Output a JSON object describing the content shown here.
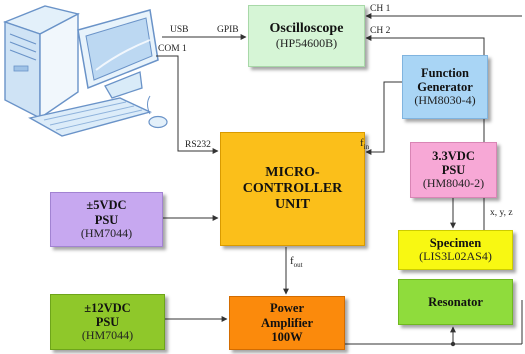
{
  "blocks": {
    "oscilloscope": {
      "title": "Oscilloscope",
      "model": "(HP54600B)",
      "color": "#d6f5d6"
    },
    "function_generator": {
      "title1": "Function",
      "title2": "Generator",
      "model": "(HM8030-4)",
      "color": "#a9d5f5"
    },
    "microcontroller": {
      "title1": "MICRO-",
      "title2": "CONTROLLER",
      "title3": "UNIT",
      "color": "#fbbf1a"
    },
    "psu_3v3": {
      "title1": "3.3VDC",
      "title2": "PSU",
      "model": "(HM8040-2)",
      "color": "#f7a8d6"
    },
    "psu_5v": {
      "title1": "±5VDC",
      "title2": "PSU",
      "model": "(HM7044)",
      "color": "#c7a8f0"
    },
    "specimen": {
      "title": "Specimen",
      "model": "(LIS3L02AS4)",
      "color": "#f8f812"
    },
    "resonator": {
      "title": "Resonator",
      "color": "#8fdc3c"
    },
    "psu_12v": {
      "title1": "±12VDC",
      "title2": "PSU",
      "model": "(HM7044)",
      "color": "#8fc82a"
    },
    "power_amp": {
      "title1": "Power",
      "title2": "Amplifier",
      "title3": "100W",
      "color": "#fb8a0c"
    }
  },
  "labels": {
    "usb": "USB",
    "gpib": "GPIB",
    "com1": "COM 1",
    "ch1": "CH 1",
    "ch2": "CH 2",
    "rs232": "RS232",
    "fin_main": "f",
    "fin_sub": "in",
    "fout_main": "f",
    "fout_sub": "out",
    "xyz": "x, y, z"
  },
  "icons": {
    "computer": "desktop-computer-icon"
  }
}
